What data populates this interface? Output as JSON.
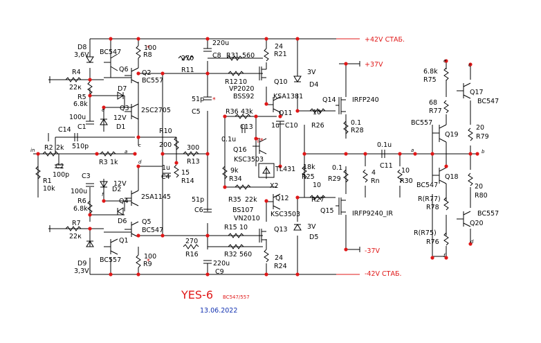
{
  "title": "YES-6",
  "subtitle": "BC547/557",
  "date": "13.06.2022",
  "rails": {
    "pos42": "+42V СТАБ.",
    "pos37": "+37V",
    "neg37": "-37V",
    "neg42": "-42V СТАБ."
  },
  "nets": {
    "in": "in",
    "a": "a",
    "b": "b",
    "c": "c",
    "d": "d",
    "e": "e",
    "f": "f"
  },
  "marks": {
    "star": "*",
    "tstar": "T*"
  },
  "parts": {
    "D8": "D8",
    "D8v": "3,6V",
    "Q6": "Q6",
    "Q6t": "BC547",
    "R8": "R8",
    "R8v": "100",
    "Q2": "Q2",
    "Q2t": "BC557",
    "R4": "R4",
    "R4v": "22к",
    "R5": "R5",
    "R5v": "6.8k",
    "D7": "D7",
    "Q3": "Q3",
    "Q3t": "2SC2705",
    "C1": "C1",
    "C1v": "100u",
    "D1": "D1",
    "D1v": "12V",
    "C14": "C14",
    "C14v": "510p",
    "R2": "R2",
    "R2v": "2k",
    "R1": "R1",
    "R1v": "10k",
    "C2": "C2",
    "C2v": "100p",
    "R3": "R3",
    "R3v": "1k",
    "C3": "C3",
    "C3v": "100u",
    "D2": "D2",
    "D2v": "12V",
    "R6": "R6",
    "R6v": "6.8k",
    "Q4": "Q4",
    "Q4t": "2SA1145",
    "D6": "D6",
    "R7": "R7",
    "R7v": "22к",
    "Q5": "Q5",
    "Q5t": "BC547",
    "Q1": "Q1",
    "Q1t": "BC557",
    "D9": "D9",
    "D9v": "3,3V",
    "R9": "R9",
    "R9v": "100",
    "R10": "R10",
    "R10v": "200",
    "R11": "R11",
    "R11v": "270",
    "C8": "C8",
    "C8v": "220u",
    "R31": "R31",
    "R31v": "560",
    "R21": "R21",
    "R21v": "24",
    "R12": "R12",
    "R12v": "10",
    "Q10": "Q10",
    "Q10t": "KSA1381",
    "VP2020": "VP2020",
    "BSS92": "BSS92",
    "D4": "D4",
    "D4v": "3V",
    "C5": "C5",
    "C5v": "51p",
    "R13": "R13",
    "R13v": "300",
    "C4": "C4",
    "C4v": "1u",
    "R14": "R14",
    "R14v": "15",
    "R36": "R36",
    "R36v": "43k",
    "C13": "C13",
    "C13v": "0.1u",
    "Q11": "Q11",
    "C10": "C10",
    "C10v": "1u",
    "R26": "R26",
    "R26v": "10",
    "Q14": "Q14",
    "Q14t": "IRFP240",
    "R28": "R28",
    "R28v": "0.1",
    "Q16": "Q16",
    "Q16t": "KSC3503",
    "TL431": "TL431",
    "X2": "X2",
    "R34": "R34",
    "R34v": "9k",
    "R25": "R25",
    "R25v": "18k",
    "C11": "C11",
    "C11v": "0.1u",
    "R29": "R29",
    "R29v": "0.1",
    "Rn": "Rn",
    "Rnv": "4",
    "R30": "R30",
    "R30v": "10",
    "C6": "C6",
    "C6v": "51p",
    "R35": "R35",
    "R35v": "22k",
    "BS107": "BS107",
    "Q12": "Q12",
    "Q12t": "KSC3503",
    "R27": "R27",
    "R27v": "10",
    "Q15": "Q15",
    "Q15t": "IRFP9240_IR",
    "VN2010": "VN2010",
    "R15": "R15",
    "R15v": "10",
    "Q13": "Q13",
    "D5": "D5",
    "D5v": "3V",
    "R16": "R16",
    "R16v": "270",
    "R32": "R32",
    "R32v": "560",
    "C9": "C9",
    "C9v": "220u",
    "R24": "R24",
    "R24v": "24",
    "R75": "R75",
    "R75v": "6.8k",
    "Q17": "Q17",
    "Q17t": "BC547",
    "R77": "R77",
    "R77v": "68",
    "Q19": "Q19",
    "Q19t": "BC557",
    "R79": "R79",
    "R79v": "20",
    "Q18": "Q18",
    "Q18t": "BC547",
    "R80": "R80",
    "R80v": "20",
    "R78": "R78",
    "R78v": "R(R77)",
    "Q20": "Q20",
    "Q20t": "BC557",
    "R76": "R76",
    "R76v": "R(R75)"
  }
}
